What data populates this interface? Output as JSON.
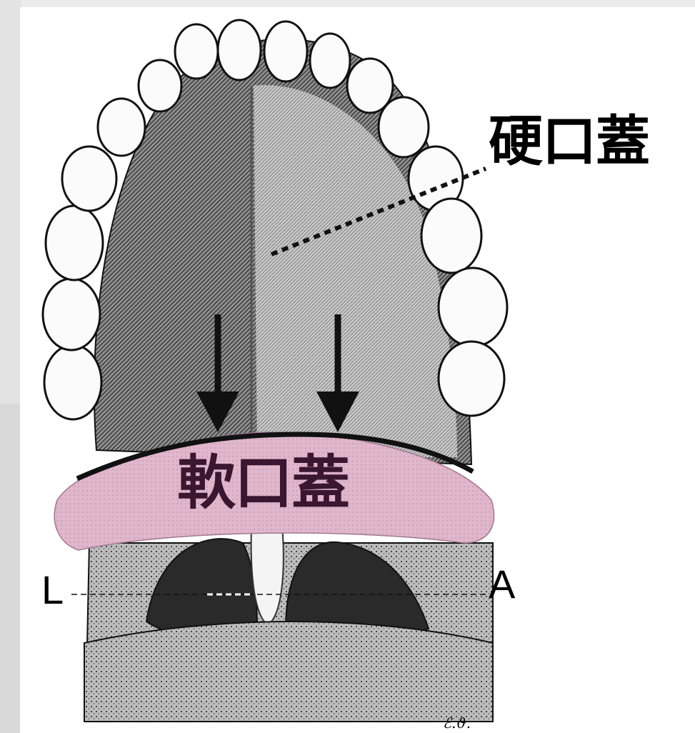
{
  "labels": {
    "hard_palate": "硬口蓋",
    "soft_palate": "軟口蓋",
    "left_marker": "L",
    "right_marker": "A"
  },
  "artist_mark": "ℰ.ϑ.",
  "colors": {
    "soft_palate_fill": "#e0b6cc",
    "soft_palate_text": "#3b1630",
    "ink": "#111111",
    "tooth_fill": "#fbfbfb",
    "palate_fill": "#8f8f8f",
    "palate_light_fill": "#c4c4c4",
    "page_background": "#ececec"
  },
  "icons": {
    "arrows": "down-arrow-icon",
    "teeth": "tooth-icon"
  }
}
